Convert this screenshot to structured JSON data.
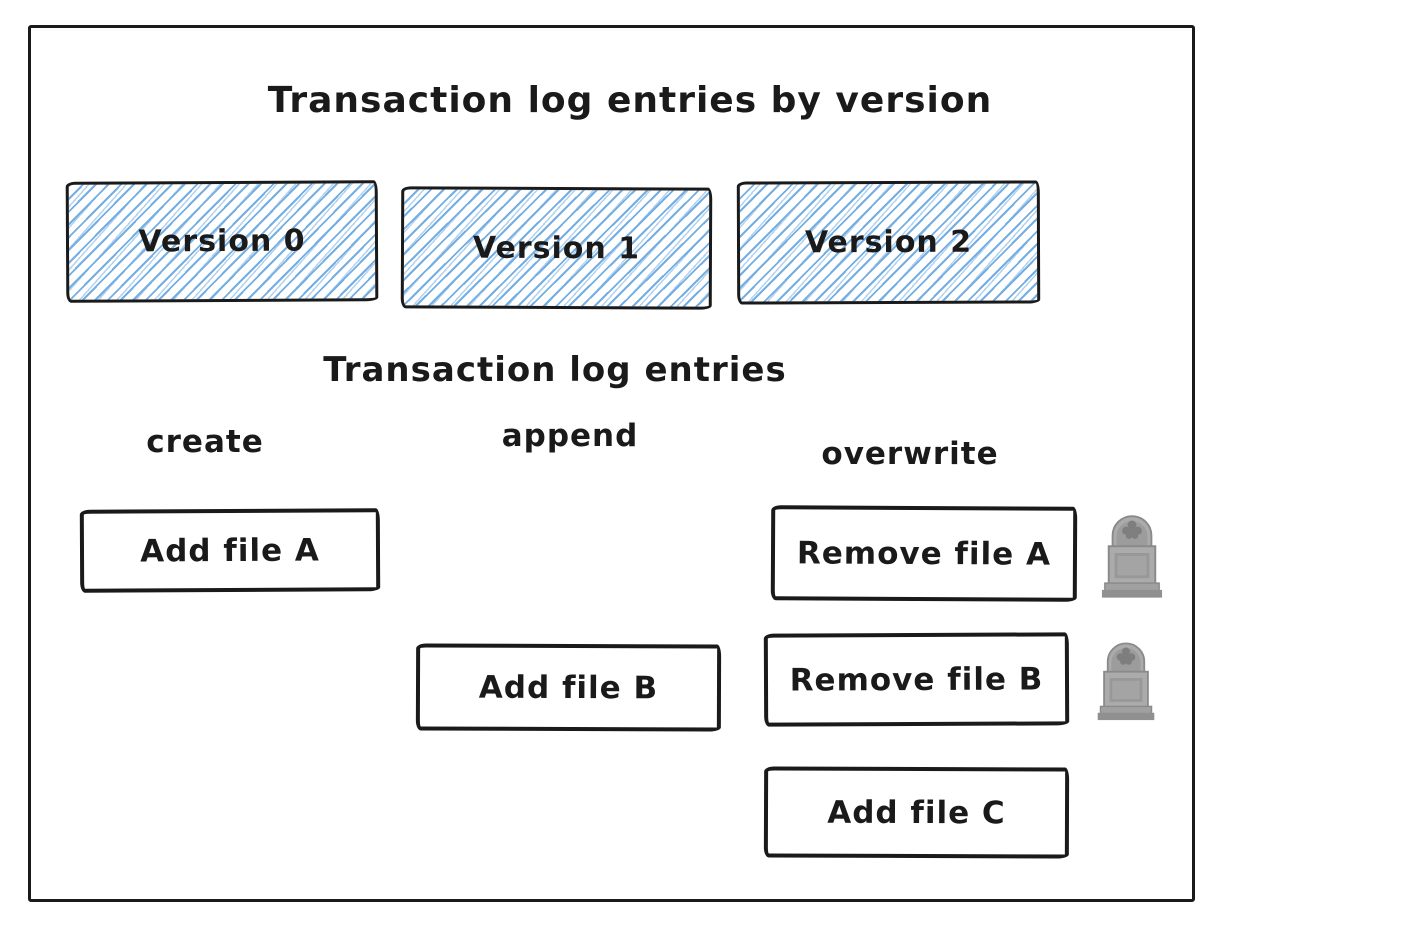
{
  "title": "Transaction log entries by version",
  "subtitle": "Transaction log entries",
  "versions": [
    {
      "label": "Version 0"
    },
    {
      "label": "Version 1"
    },
    {
      "label": "Version 2"
    }
  ],
  "columns": [
    {
      "label": "create"
    },
    {
      "label": "append"
    },
    {
      "label": "overwrite"
    }
  ],
  "entries": [
    {
      "label": "Add file A",
      "column": "create",
      "row": 1,
      "tombstone": false
    },
    {
      "label": "Remove file A",
      "column": "overwrite",
      "row": 1,
      "tombstone": true
    },
    {
      "label": "Add file B",
      "column": "append",
      "row": 2,
      "tombstone": false
    },
    {
      "label": "Remove file B",
      "column": "overwrite",
      "row": 2,
      "tombstone": true
    },
    {
      "label": "Add file C",
      "column": "overwrite",
      "row": 3,
      "tombstone": false
    }
  ],
  "icons": {
    "tombstone": "tombstone-icon"
  },
  "colors": {
    "hatch_blue": "#74aee3",
    "stroke": "#1a1a1a",
    "tombstone_gray": "#a8a8a8",
    "background": "#ffffff"
  }
}
